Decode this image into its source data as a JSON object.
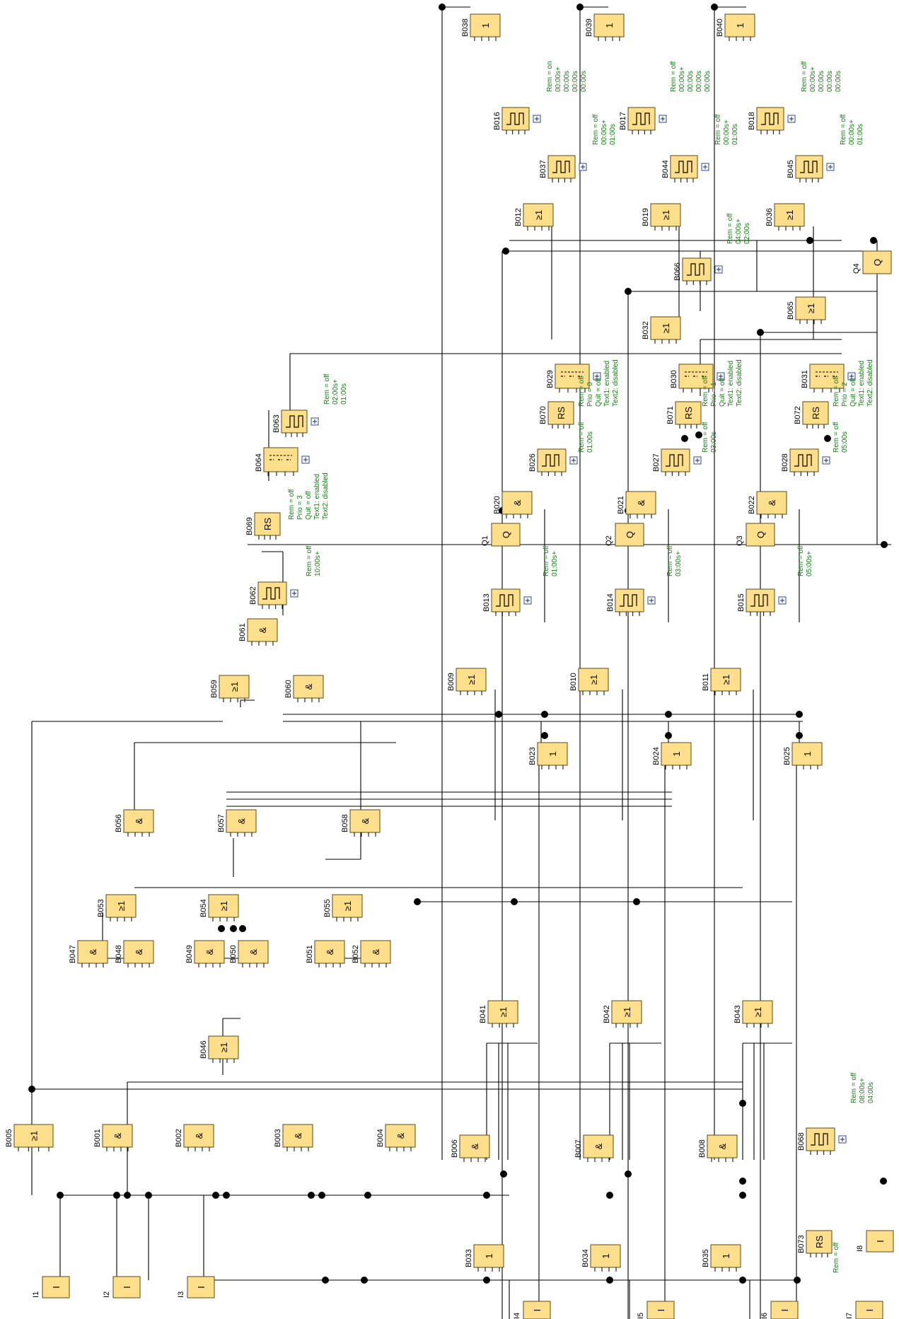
{
  "inputs": [
    {
      "id": "I1",
      "sym": "I"
    },
    {
      "id": "I2",
      "sym": "I"
    },
    {
      "id": "I3",
      "sym": "I"
    },
    {
      "id": "I4",
      "sym": "I"
    },
    {
      "id": "I5",
      "sym": "I"
    },
    {
      "id": "I6",
      "sym": "I"
    },
    {
      "id": "I7",
      "sym": "I"
    },
    {
      "id": "I8",
      "sym": "I"
    }
  ],
  "outputs": [
    {
      "id": "Q1",
      "sym": "Q"
    },
    {
      "id": "Q2",
      "sym": "Q"
    },
    {
      "id": "Q3",
      "sym": "Q"
    },
    {
      "id": "Q4",
      "sym": "Q"
    }
  ],
  "blocks": [
    {
      "id": "B001",
      "sym": "&"
    },
    {
      "id": "B002",
      "sym": "&"
    },
    {
      "id": "B003",
      "sym": "&"
    },
    {
      "id": "B004",
      "sym": "&"
    },
    {
      "id": "B005",
      "sym": "≥1"
    },
    {
      "id": "B006",
      "sym": "&"
    },
    {
      "id": "B007",
      "sym": "&"
    },
    {
      "id": "B008",
      "sym": "&"
    },
    {
      "id": "B009",
      "sym": "≥1"
    },
    {
      "id": "B010",
      "sym": "≥1"
    },
    {
      "id": "B011",
      "sym": "≥1"
    },
    {
      "id": "B012",
      "sym": "≥1"
    },
    {
      "id": "B019",
      "sym": "≥1"
    },
    {
      "id": "B036",
      "sym": "≥1"
    },
    {
      "id": "B032",
      "sym": "≥1"
    },
    {
      "id": "B065",
      "sym": "≥1"
    },
    {
      "id": "B020",
      "sym": "&"
    },
    {
      "id": "B021",
      "sym": "&"
    },
    {
      "id": "B022",
      "sym": "&"
    },
    {
      "id": "B023",
      "sym": "1"
    },
    {
      "id": "B024",
      "sym": "1"
    },
    {
      "id": "B025",
      "sym": "1"
    },
    {
      "id": "B033",
      "sym": "1"
    },
    {
      "id": "B034",
      "sym": "1"
    },
    {
      "id": "B035",
      "sym": "1"
    },
    {
      "id": "B038",
      "sym": "1"
    },
    {
      "id": "B039",
      "sym": "1"
    },
    {
      "id": "B040",
      "sym": "1"
    },
    {
      "id": "B041",
      "sym": "≥1"
    },
    {
      "id": "B042",
      "sym": "≥1"
    },
    {
      "id": "B043",
      "sym": "≥1"
    },
    {
      "id": "B046",
      "sym": "≥1"
    },
    {
      "id": "B047",
      "sym": "&"
    },
    {
      "id": "B048",
      "sym": "&"
    },
    {
      "id": "B049",
      "sym": "&"
    },
    {
      "id": "B050",
      "sym": "&"
    },
    {
      "id": "B051",
      "sym": "&"
    },
    {
      "id": "B052",
      "sym": "&"
    },
    {
      "id": "B053",
      "sym": "≥1"
    },
    {
      "id": "B054",
      "sym": "≥1"
    },
    {
      "id": "B055",
      "sym": "≥1"
    },
    {
      "id": "B056",
      "sym": "&"
    },
    {
      "id": "B057",
      "sym": "&"
    },
    {
      "id": "B058",
      "sym": "&"
    },
    {
      "id": "B059",
      "sym": "≥1"
    },
    {
      "id": "B060",
      "sym": "&"
    },
    {
      "id": "B061",
      "sym": "&"
    },
    {
      "id": "B069",
      "sym": "RS"
    },
    {
      "id": "B070",
      "sym": "RS"
    },
    {
      "id": "B071",
      "sym": "RS"
    },
    {
      "id": "B072",
      "sym": "RS"
    },
    {
      "id": "B073",
      "sym": "RS"
    },
    {
      "id": "B029",
      "sym": ""
    },
    {
      "id": "B030",
      "sym": ""
    },
    {
      "id": "B031",
      "sym": ""
    },
    {
      "id": "B064",
      "sym": ""
    },
    {
      "id": "B063",
      "sym": ""
    },
    {
      "id": "B066",
      "sym": ""
    },
    {
      "id": "B068",
      "sym": ""
    },
    {
      "id": "B013",
      "sym": ""
    },
    {
      "id": "B014",
      "sym": ""
    },
    {
      "id": "B015",
      "sym": ""
    },
    {
      "id": "B062",
      "sym": ""
    },
    {
      "id": "B016",
      "sym": ""
    },
    {
      "id": "B017",
      "sym": ""
    },
    {
      "id": "B018",
      "sym": ""
    },
    {
      "id": "B037",
      "sym": ""
    },
    {
      "id": "B044",
      "sym": ""
    },
    {
      "id": "B045",
      "sym": ""
    },
    {
      "id": "B026",
      "sym": ""
    },
    {
      "id": "B027",
      "sym": ""
    },
    {
      "id": "B028",
      "sym": ""
    }
  ],
  "params": [
    {
      "block": "B016",
      "lines": [
        "Rem = on",
        "00:00s+",
        "00:00s",
        "00:00s",
        "00:00s"
      ]
    },
    {
      "block": "B017",
      "lines": [
        "Rem = off",
        "00:00s+",
        "00:00s",
        "00:00s",
        "00:00s"
      ]
    },
    {
      "block": "B018",
      "lines": [
        "Rem = off",
        "00:00s+",
        "00:00s",
        "00:00s",
        "00:00s"
      ]
    },
    {
      "block": "B037",
      "lines": [
        "Rem = off",
        "00:00s+",
        "01:00s"
      ]
    },
    {
      "block": "B044",
      "lines": [
        "Rem = off",
        "00:00s+",
        "01:00s"
      ]
    },
    {
      "block": "B045",
      "lines": [
        "Rem = off",
        "00:00s+",
        "01:00s"
      ]
    },
    {
      "block": "B066",
      "lines": [
        "Rem = off",
        "04:00s+",
        "02:00s"
      ]
    },
    {
      "block": "B070",
      "lines": [
        "Rem = off",
        "Prio = 0",
        "Quit = off",
        "Text1: enabled",
        "Text2: disabled"
      ]
    },
    {
      "block": "B071",
      "lines": [
        "Rem = off",
        "Prio = 1",
        "Quit = off",
        "Text1: enabled",
        "Text2: disabled"
      ]
    },
    {
      "block": "B072",
      "lines": [
        "Rem = off",
        "Prio = 2",
        "Quit = off",
        "Text1: enabled",
        "Text2: disabled"
      ]
    },
    {
      "block": "B026",
      "lines": [
        "Rem = off",
        "01:00s"
      ]
    },
    {
      "block": "B027",
      "lines": [
        "Rem = off",
        "03:00s"
      ]
    },
    {
      "block": "B028",
      "lines": [
        "Rem = off",
        "05:00s"
      ]
    },
    {
      "block": "B063",
      "lines": [
        "Rem = off",
        "02:00s+",
        "01:00s"
      ]
    },
    {
      "block": "B069",
      "lines": [
        "Rem = off",
        "Prio = 3",
        "Quit = off",
        "Text1: enabled",
        "Text2: disabled"
      ]
    },
    {
      "block": "B062",
      "lines": [
        "Rem = off",
        "10:00s+"
      ]
    },
    {
      "block": "B013",
      "lines": [
        "Rem = off",
        "01:00s+"
      ]
    },
    {
      "block": "B014",
      "lines": [
        "Rem = off",
        "03:00s+"
      ]
    },
    {
      "block": "B015",
      "lines": [
        "Rem = off",
        "05:00s+"
      ]
    },
    {
      "block": "B068",
      "lines": [
        "Rem = off",
        "08:00s+",
        "04:00s"
      ]
    },
    {
      "block": "B073",
      "lines": [
        "Rem = off"
      ]
    }
  ],
  "colors": {
    "block_fill": "#fddf8b",
    "block_stroke": "#5a4a1a",
    "param_text": "#1a7a1a",
    "wire": "#000000"
  }
}
